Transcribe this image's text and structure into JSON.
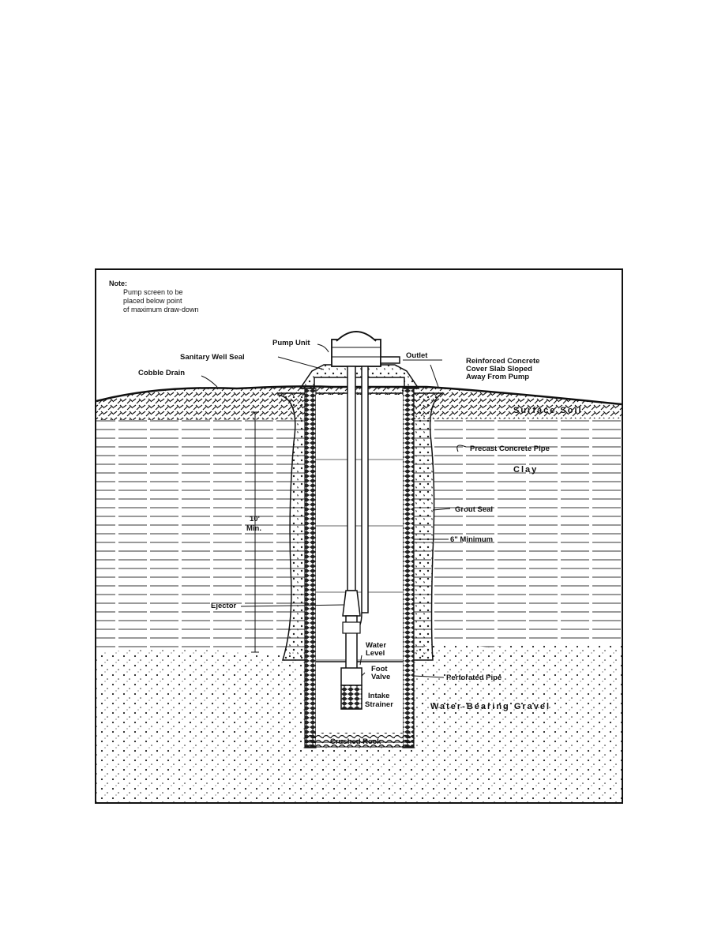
{
  "note": {
    "heading": "Note:",
    "lines": [
      "Pump screen to be",
      "placed below point",
      "of maximum draw-down"
    ]
  },
  "labels": {
    "pump_unit": "Pump Unit",
    "sanitary_well_seal": "Sanitary Well Seal",
    "outlet": "Outlet",
    "cover_slab_1": "Reinforced Concrete",
    "cover_slab_2": "Cover Slab Sloped",
    "cover_slab_3": "Away From Pump",
    "cobble_drain": "Cobble Drain",
    "surface_soil": "Surface Soil",
    "precast_pipe": "Precast Concrete Pipe",
    "clay": "Clay",
    "grout_seal": "Grout Seal",
    "min_6": "6\" Minimum",
    "min_10_a": "10'",
    "min_10_b": "Min.",
    "ejector": "Ejector",
    "water_level_1": "Water",
    "water_level_2": "Level",
    "foot_valve_1": "Foot",
    "foot_valve_2": "Valve",
    "perforated_pipe": "Perforated Pipe",
    "intake_1": "Intake",
    "intake_2": "Strainer",
    "gravel": "Water-Bearing Gravel",
    "crushed_rock": "Crushed Rock"
  }
}
